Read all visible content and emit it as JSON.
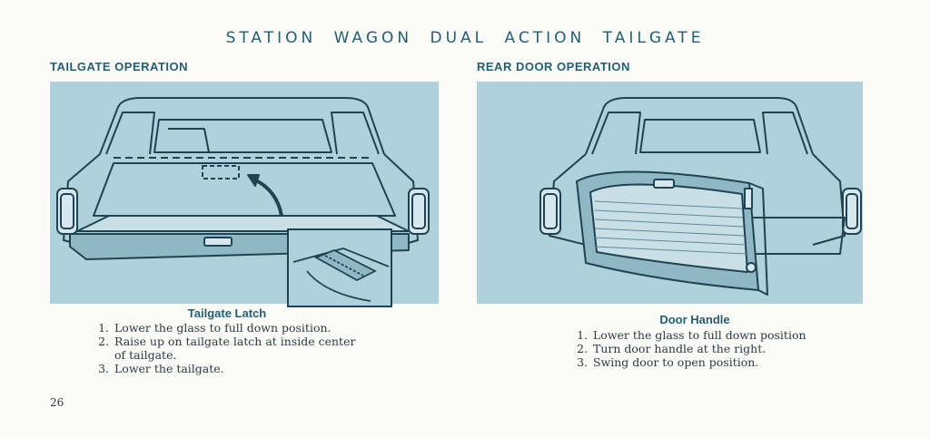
{
  "title": "STATION WAGON DUAL ACTION TAILGATE",
  "left": {
    "heading": "TAILGATE OPERATION",
    "subheading": "Tailgate Latch",
    "steps": [
      {
        "num": "1.",
        "text": "Lower the glass to full down position."
      },
      {
        "num": "2.",
        "text": "Raise up on tailgate latch at inside center of tailgate."
      },
      {
        "num": "3.",
        "text": "Lower the tailgate."
      }
    ]
  },
  "right": {
    "heading": "REAR DOOR OPERATION",
    "subheading": "Door Handle",
    "steps": [
      {
        "num": "1.",
        "text": "Lower the glass to full down position"
      },
      {
        "num": "2.",
        "text": "Turn door handle at the right."
      },
      {
        "num": "3.",
        "text": "Swing door to open position."
      }
    ]
  },
  "page_number": "26",
  "colors": {
    "panel": "#aed1dc",
    "accent": "#235f74",
    "ink": "#1e4352"
  }
}
